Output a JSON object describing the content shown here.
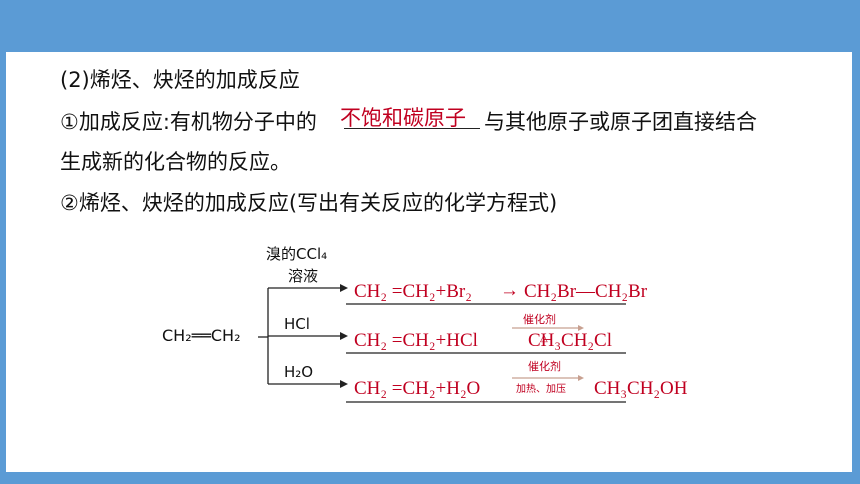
{
  "heading": "(2)烯烃、炔烃的加成反应",
  "item1": {
    "prefix": "①加成反应:有机物分子中的",
    "answer": "不饱和碳原子",
    "suffix": "与其他原子或原子团直接结合",
    "line2": "生成新的化合物的反应。"
  },
  "item2": "②烯烃、炔烃的加成反应(写出有关反应的化学方程式)",
  "diagram": {
    "reactant": "CH₂══CH₂",
    "branches": [
      {
        "reagent_line1": "溴的CCl₄",
        "reagent_line2": "溶液",
        "equation_left": "CH₂ =CH₂+Br₂",
        "arrow": "→",
        "equation_right": "CH₂Br—CH₂Br"
      },
      {
        "reagent": "HCl",
        "equation_left": "CH₂ =CH₂+HCl",
        "condition_top": "催化剂",
        "condition_bottom": "△",
        "equation_right": "CH₃CH₂Cl"
      },
      {
        "reagent": "H₂O",
        "equation_left": "CH₂ =CH₂+H₂O",
        "condition_top": "催化剂",
        "condition_bottom": "加热、加压",
        "equation_right": "CH₃CH₂OH"
      }
    ]
  },
  "colors": {
    "frame": "#5b9bd5",
    "answer": "#c00020",
    "text": "#111111"
  }
}
